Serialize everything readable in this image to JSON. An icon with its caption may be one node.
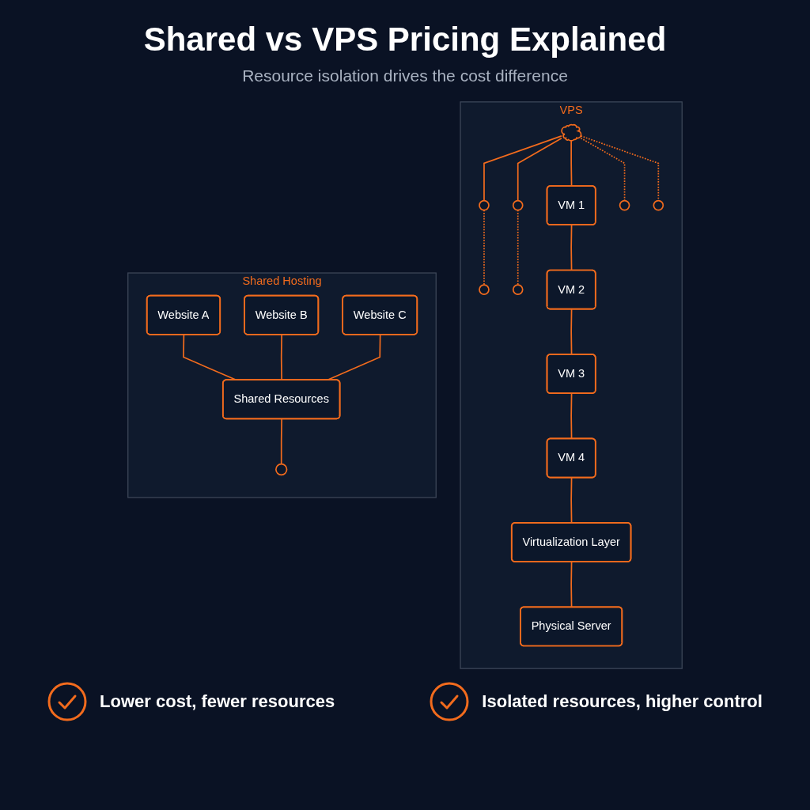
{
  "diagram": {
    "title": "Shared vs VPS Pricing Explained",
    "nodes": [
      {
        "text": [
          "Shared Hosting"
        ]
      },
      {
        "text": [
          "Website A"
        ],
        "in": 0
      },
      {
        "text": [
          "Website B"
        ],
        "in": 0
      },
      {
        "text": [
          "Website C"
        ],
        "in": 0
      },
      {
        "text": [
          "Shared Resources"
        ],
        "in": 0
      },
      {
        "text": [],
        "shape": "circle",
        "in": 0
      },
      {
        "text": [
          "VPS"
        ]
      },
      {
        "text": [],
        "shape": "circle",
        "in": 6
      },
      {
        "text": [],
        "shape": "cloud",
        "in": 6
      },
      {
        "text": [],
        "shape": "circle",
        "in": 6
      },
      {
        "text": [
          "VM 1"
        ],
        "in": 6
      },
      {
        "text": [],
        "shape": "circle",
        "in": 6
      },
      {
        "text": [
          "VM 2"
        ],
        "in": 6
      },
      {
        "text": [],
        "shape": "circle",
        "in": 6
      },
      {
        "text": [],
        "shape": "circle",
        "in": 6
      },
      {
        "text": [
          "VM 3"
        ],
        "in": 6
      },
      {
        "text": [],
        "shape": "circle",
        "in": 6
      },
      {
        "text": [
          "VM 4"
        ],
        "in": 6
      },
      {
        "text": [
          "Virtualization Layer"
        ],
        "in": 6
      },
      {
        "text": [
          "Physical Server"
        ],
        "in": 6
      }
    ],
    "edges": [
      {
        "from": 1,
        "to": 4,
        "arrow": "none"
      },
      {
        "from": 2,
        "to": 4,
        "arrow": "none"
      },
      {
        "from": 3,
        "to": 4,
        "arrow": "none"
      },
      {
        "from": 4,
        "to": 5,
        "arrow": "none"
      },
      {
        "from": 8,
        "to": 7,
        "arrow": "none"
      },
      {
        "from": 8,
        "to": 9,
        "arrow": "none"
      },
      {
        "from": 8,
        "to": 10,
        "arrow": "none"
      },
      {
        "from": 8,
        "to": 11,
        "arrow": "none",
        "style": "dashed"
      },
      {
        "from": 8,
        "to": 13,
        "arrow": "none",
        "style": "dashed"
      },
      {
        "from": 7,
        "to": 14,
        "arrow": "none",
        "style": "dashed"
      },
      {
        "from": 9,
        "to": 16,
        "arrow": "none",
        "style": "dashed"
      },
      {
        "from": 10,
        "to": 12,
        "arrow": "none"
      },
      {
        "from": 12,
        "to": 15,
        "arrow": "none"
      },
      {
        "from": 15,
        "to": 17,
        "arrow": "none"
      },
      {
        "from": 17,
        "to": 18,
        "arrow": "none"
      },
      {
        "from": 18,
        "to": 19,
        "arrow": "none"
      }
    ],
    "labels": [
      "Resource isolation drives the cost difference",
      "Lower cost, fewer resources",
      "Isolated resources, higher control"
    ]
  }
}
